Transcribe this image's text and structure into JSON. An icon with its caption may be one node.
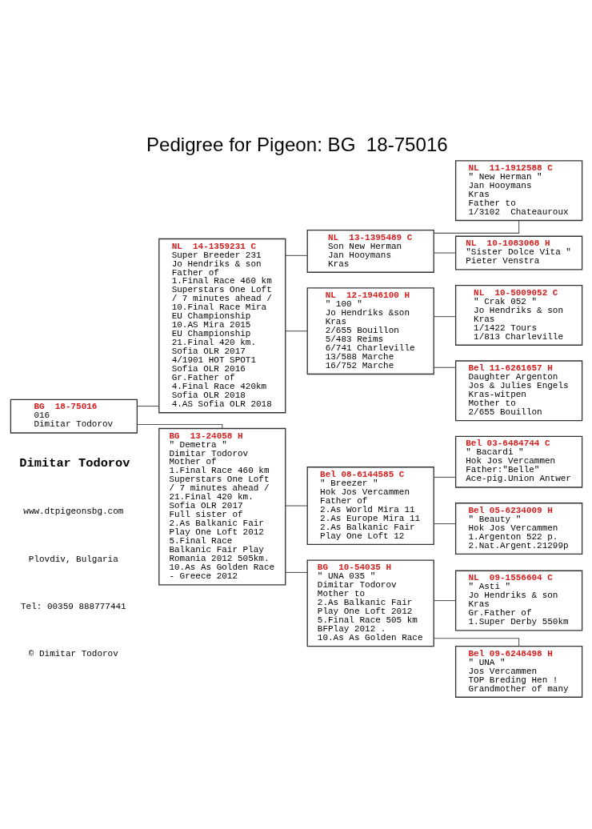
{
  "diagram": {
    "title": "Pedigree for Pigeon: BG  18-75016",
    "nodes": [
      {
        "text": [
          "BG  18-75016",
          "016",
          "Dimitar Todorov"
        ]
      },
      {
        "text": [
          "NL  14-1359231 C",
          "Super Breeder 231",
          "Jo Hendriks & son",
          "Father of",
          "1.Final Race 460 km",
          "Superstars One Loft",
          "/ 7 minutes ahead /",
          "10.Final Race Mira",
          "EU Championship",
          "10.AS Mira 2015",
          "EU Championship",
          "21.Final 420 km.",
          "Sofia OLR 2017",
          "4/1901 HOT SPOT1",
          "Sofia OLR 2016",
          "Gr.Father of",
          "4.Final Race 420km",
          "Sofia OLR 2018",
          "4.AS Sofia OLR 2018"
        ]
      },
      {
        "text": [
          "BG  13-24058 H",
          "\" Demetra \"",
          "Dimitar Todorov",
          "Mother of",
          "1.Final Race 460 km",
          "Superstars One Loft",
          "/ 7 minutes ahead /",
          "21.Final 420 km.",
          "Sofia OLR 2017",
          "Full sister of",
          "2.As Balkanic Fair",
          "Play One Loft 2012",
          "5.Final Race",
          "Balkanic Fair Play",
          "Romania 2012 505km.",
          "10.As As Golden Race",
          "- Greece 2012"
        ]
      },
      {
        "text": [
          "NL  13-1395489 C",
          "Son New Herman",
          "Jan Hooymans",
          "Kras"
        ]
      },
      {
        "text": [
          "NL  12-1946100 H",
          "\" 100 \"",
          "Jo Hendriks &son",
          "Kras",
          "2/655 Bouillon",
          "5/483 Reims",
          "6/741 Charleville",
          "13/588 Marche",
          "16/752 Marche"
        ]
      },
      {
        "text": [
          "Bel 08-6144585 C",
          "\" Breezer \"",
          "Hok Jos Vercammen",
          "Father of",
          "2.As World Mira 11",
          "2.As Europe Mira 11",
          "2.As Balkanic Fair",
          "Play One Loft 12"
        ]
      },
      {
        "text": [
          "BG  10-54035 H",
          "\" UNA 035 \"",
          "Dimitar Todorov",
          "Mother to",
          "2.As Balkanic Fair",
          "Play One Loft 2012",
          "5.Final Race 505 km",
          "BFPlay 2012 .",
          "10.As As Golden Race"
        ]
      },
      {
        "text": [
          "NL  11-1912588 C",
          "\" New Herman \"",
          "Jan Hooymans",
          "Kras",
          "Father to",
          "1/3102  Chateauroux"
        ]
      },
      {
        "text": [
          "NL  10-1083068 H",
          "\"Sister Dolce Vita \"",
          "Pieter Venstra"
        ]
      },
      {
        "text": [
          "NL  10-5009052 C",
          "\" Crak 052 \"",
          "Jo Hendriks & son",
          "Kras",
          "1/1422 Tours",
          "1/813 Charleville"
        ]
      },
      {
        "text": [
          "Bel 11-6261657 H",
          "Daughter Argenton",
          "Jos & Julies Engels",
          "Kras-witpen",
          "Mother to",
          "2/655 Bouillon"
        ]
      },
      {
        "text": [
          "Bel 03-6484744 C",
          "\" Bacardi \"",
          "Hok Jos Vercammen",
          "Father:\"Belle\"",
          "Ace-pig.Union Antwer"
        ]
      },
      {
        "text": [
          "Bel 05-6234009 H",
          "\" Beauty \"",
          "Hok Jos Vercammen",
          "1.Argenton 522 p.",
          "2.Nat.Argent.21299p"
        ]
      },
      {
        "text": [
          "NL  09-1556604 C",
          "\" Asti \"",
          "Jo Hendriks & son",
          "Kras",
          "Gr.Father of",
          "1.Super Derby 550km"
        ]
      },
      {
        "text": [
          "Bel 09-6248498 H",
          "\" UNA \"",
          "Jos Vercammen",
          "TOP Breding Hen !",
          "Grandmother of many"
        ]
      }
    ],
    "edges": [
      {
        "from": 0,
        "to": 1,
        "arrow": "none"
      },
      {
        "from": 0,
        "to": 2,
        "arrow": "none"
      },
      {
        "from": 1,
        "to": 3,
        "arrow": "none"
      },
      {
        "from": 1,
        "to": 4,
        "arrow": "none"
      },
      {
        "from": 2,
        "to": 5,
        "arrow": "none"
      },
      {
        "from": 2,
        "to": 6,
        "arrow": "none"
      },
      {
        "from": 3,
        "to": 7,
        "arrow": "none"
      },
      {
        "from": 3,
        "to": 8,
        "arrow": "none"
      },
      {
        "from": 4,
        "to": 9,
        "arrow": "none"
      },
      {
        "from": 4,
        "to": 10,
        "arrow": "none"
      },
      {
        "from": 5,
        "to": 11,
        "arrow": "none"
      },
      {
        "from": 5,
        "to": 12,
        "arrow": "none"
      },
      {
        "from": 6,
        "to": 13,
        "arrow": "none"
      },
      {
        "from": 6,
        "to": 14,
        "arrow": "none"
      }
    ],
    "labels": [
      "Dimitar Todorov",
      "www.dtpigeonsbg.com",
      "Plovdiv, Bulgaria",
      "Tel: 00359 888777441",
      "© Dimitar Todorov"
    ]
  }
}
